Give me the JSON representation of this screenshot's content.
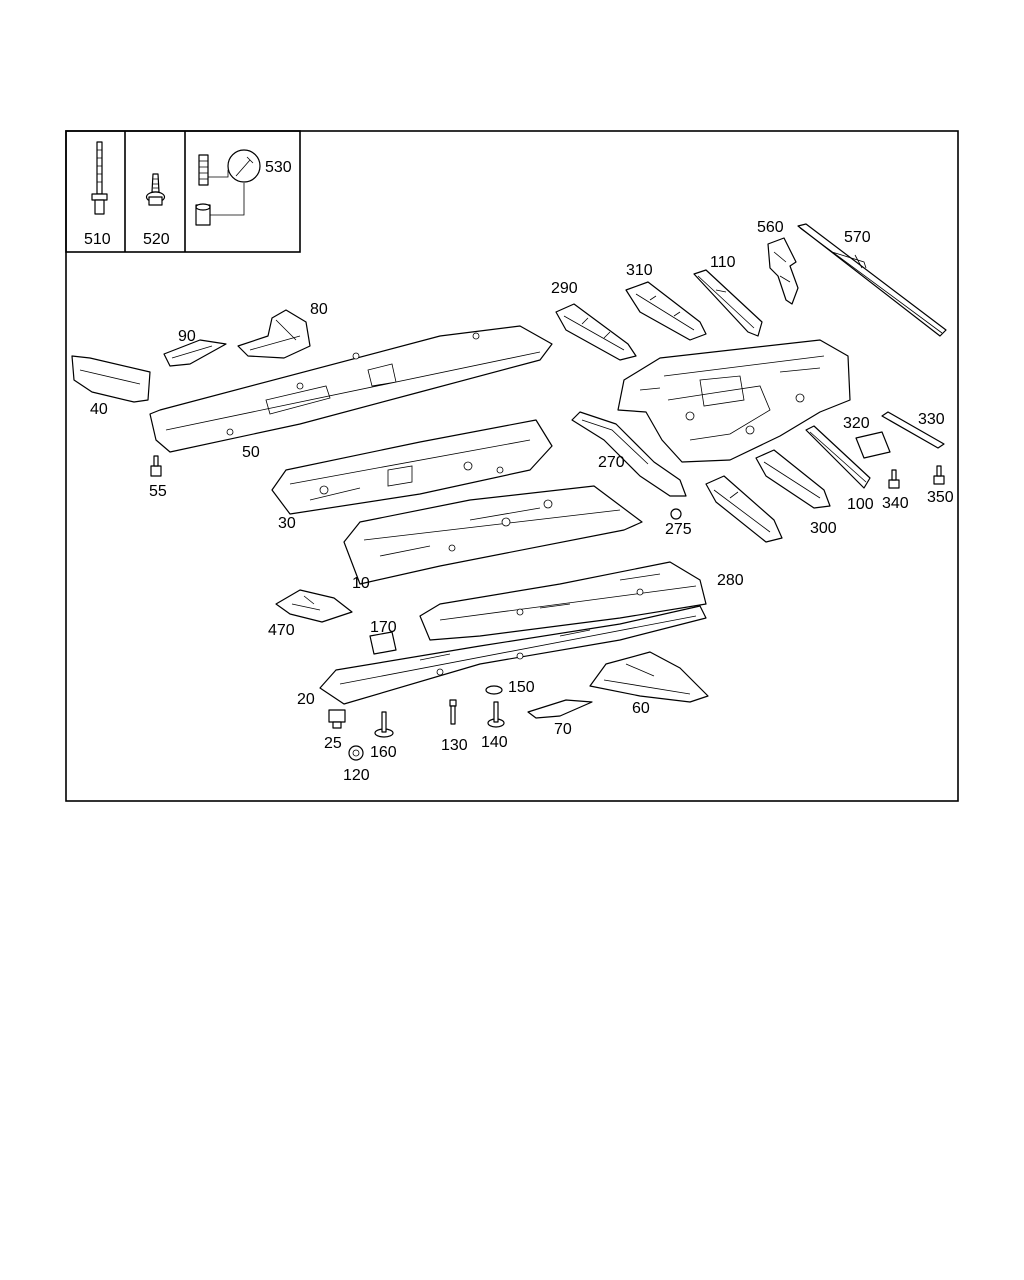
{
  "diagram": {
    "inset_labels": [
      "510",
      "520",
      "530"
    ],
    "part_labels": [
      "570",
      "560",
      "110",
      "310",
      "290",
      "80",
      "90",
      "40",
      "50",
      "55",
      "270",
      "320",
      "330",
      "30",
      "275",
      "300",
      "100",
      "340",
      "350",
      "10",
      "280",
      "470",
      "170",
      "150",
      "20",
      "60",
      "25",
      "160",
      "130",
      "140",
      "70",
      "120"
    ]
  }
}
